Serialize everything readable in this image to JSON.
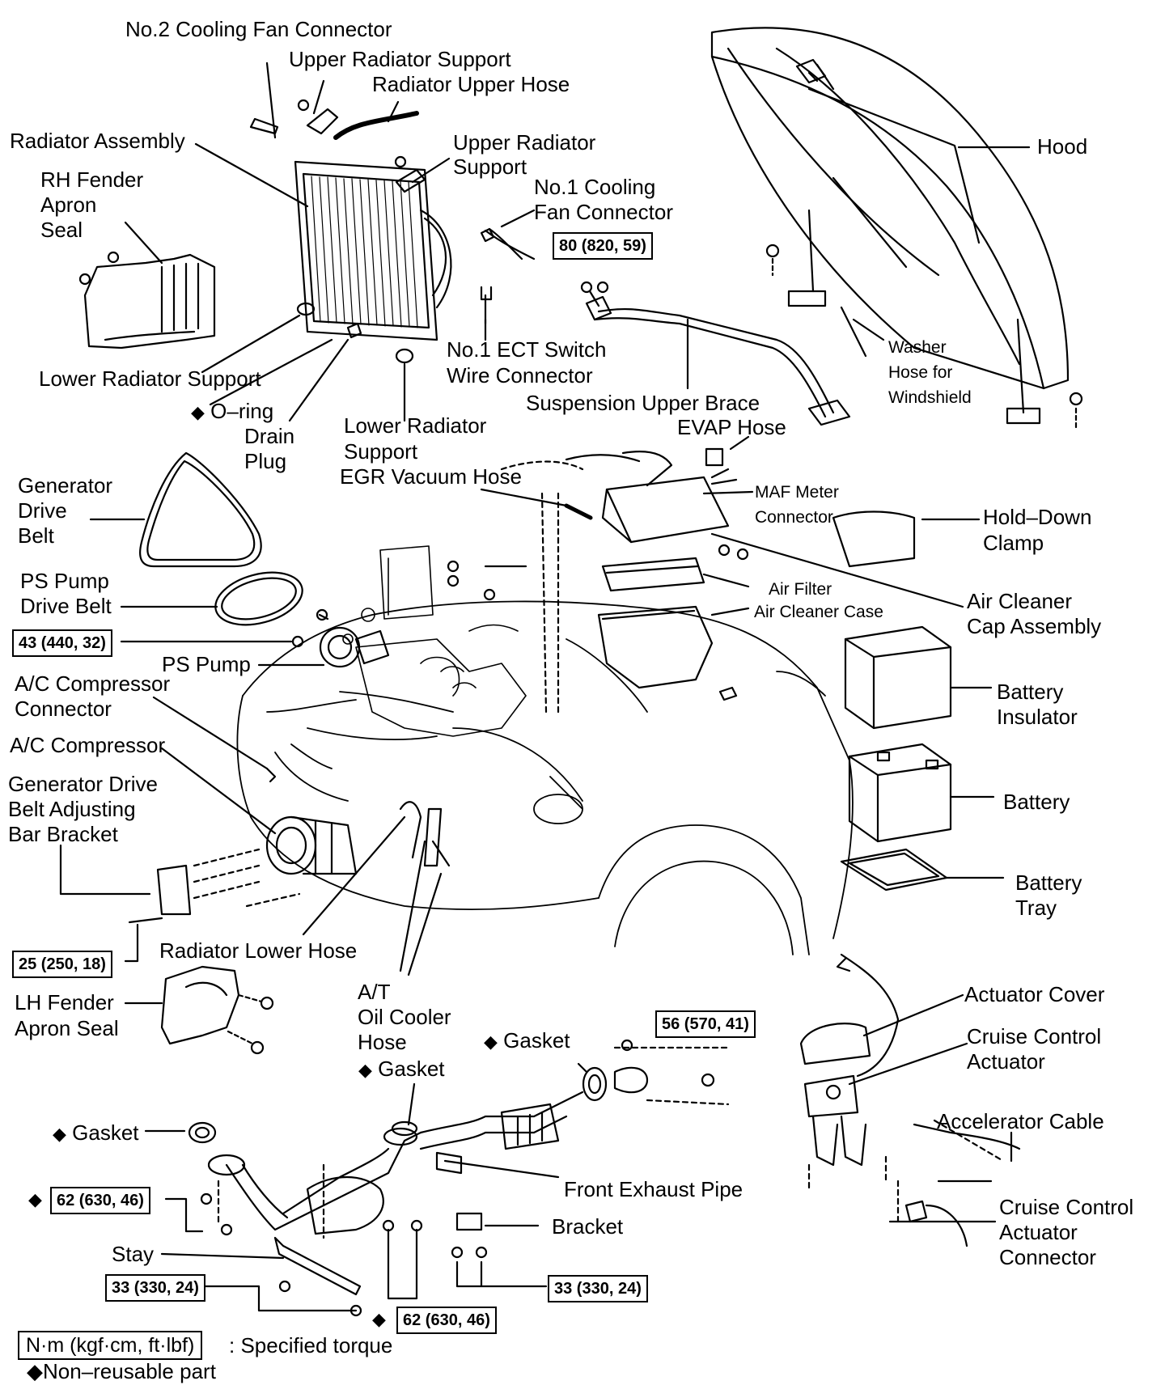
{
  "labels": {
    "no2_cooling_fan_connector": "No.2 Cooling Fan Connector",
    "upper_radiator_support_1": "Upper Radiator Support",
    "radiator_upper_hose": "Radiator Upper Hose",
    "radiator_assembly": "Radiator Assembly",
    "upper_radiator_support_2": [
      "Upper Radiator",
      "Support"
    ],
    "rh_fender_apron_seal": [
      "RH Fender",
      "Apron",
      "Seal"
    ],
    "no1_cooling_fan_connector": [
      "No.1 Cooling",
      "Fan Connector"
    ],
    "hood": "Hood",
    "lower_radiator_support_1": "Lower Radiator Support",
    "o_ring": "O–ring",
    "drain_plug": [
      "Drain",
      "Plug"
    ],
    "no1_ect_switch": [
      "No.1 ECT Switch",
      "Wire Connector"
    ],
    "washer_hose": [
      "Washer",
      "Hose for",
      "Windshield"
    ],
    "suspension_upper_brace": "Suspension Upper Brace",
    "lower_radiator_support_2": [
      "Lower Radiator",
      "Support"
    ],
    "evap_hose": "EVAP Hose",
    "egr_vacuum_hose": "EGR Vacuum Hose",
    "generator_drive_belt": [
      "Generator",
      "Drive",
      "Belt"
    ],
    "maf_meter_connector": [
      "MAF Meter",
      "Connector"
    ],
    "hold_down_clamp": [
      "Hold–Down",
      "Clamp"
    ],
    "ps_pump_drive_belt": [
      "PS Pump",
      "Drive Belt"
    ],
    "air_filter": "Air Filter",
    "air_cleaner_case": "Air Cleaner Case",
    "air_cleaner_cap": [
      "Air Cleaner",
      "Cap Assembly"
    ],
    "ps_pump": "PS Pump",
    "ac_compressor_connector": [
      "A/C Compressor",
      "Connector"
    ],
    "battery_insulator": [
      "Battery",
      "Insulator"
    ],
    "ac_compressor": "A/C Compressor",
    "generator_bracket": [
      "Generator Drive",
      "Belt Adjusting",
      "Bar Bracket"
    ],
    "battery": "Battery",
    "battery_tray": [
      "Battery",
      "Tray"
    ],
    "radiator_lower_hose": "Radiator Lower Hose",
    "lh_fender_apron_seal": [
      "LH Fender",
      "Apron Seal"
    ],
    "at_oil_cooler_hose": [
      "A/T",
      "Oil Cooler",
      "Hose"
    ],
    "actuator_cover": "Actuator Cover",
    "cruise_control_actuator": [
      "Cruise Control",
      "Actuator"
    ],
    "gasket": "Gasket",
    "accelerator_cable": "Accelerator Cable",
    "front_exhaust_pipe": "Front Exhaust Pipe",
    "cruise_control_actuator_connector": [
      "Cruise Control",
      "Actuator",
      "Connector"
    ],
    "bracket": "Bracket",
    "stay": "Stay"
  },
  "torque": {
    "t80": "80 (820, 59)",
    "t43": "43 (440, 32)",
    "t25": "25 (250, 18)",
    "t56": "56 (570, 41)",
    "t62a": "62 (630, 46)",
    "t33a": "33 (330, 24)",
    "t33b": "33 (330, 24)",
    "t62b": "62 (630, 46)"
  },
  "legend": {
    "unit_box": "N·m (kgf·cm, ft·lbf)",
    "unit_text": ": Specified torque",
    "non_reusable": "◆Non–reusable part",
    "diamond": "◆"
  }
}
